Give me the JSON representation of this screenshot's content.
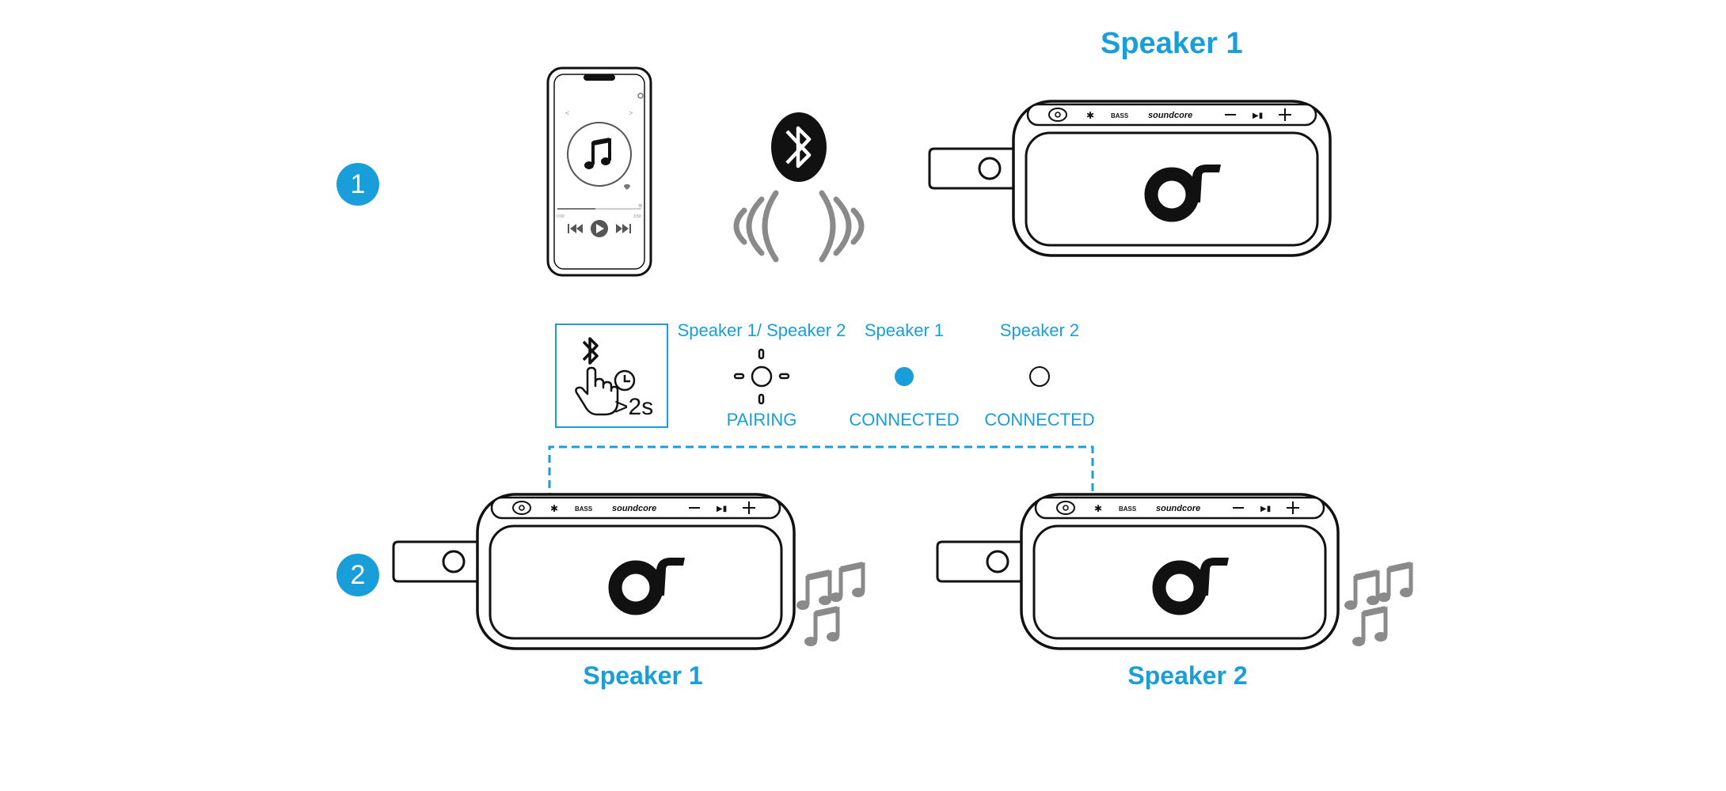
{
  "steps": {
    "step1": "1",
    "step2": "2"
  },
  "step1": {
    "speaker_title": "Speaker 1"
  },
  "indicator": {
    "hold_time": ">2s",
    "states": [
      {
        "top": "Speaker 1/ Speaker 2",
        "bottom": "PAIRING"
      },
      {
        "top": "Speaker 1",
        "bottom": "CONNECTED"
      },
      {
        "top": "Speaker 2",
        "bottom": "CONNECTED"
      }
    ]
  },
  "step2": {
    "speaker_left_title": "Speaker 1",
    "speaker_right_title": "Speaker 2"
  },
  "speaker_panel": {
    "brand": "soundcore",
    "bass_label": "BASS"
  },
  "phone": {
    "time_start": "0:00",
    "time_end": "3:50"
  },
  "colors": {
    "accent": "#1a9ed9",
    "ink": "#111111",
    "note": "#8a8a8a"
  },
  "icons": [
    "bluetooth-icon",
    "music-note-icon",
    "signal-waves-icon",
    "hand-press-icon",
    "clock-icon",
    "power-icon",
    "play-pause-icon"
  ]
}
